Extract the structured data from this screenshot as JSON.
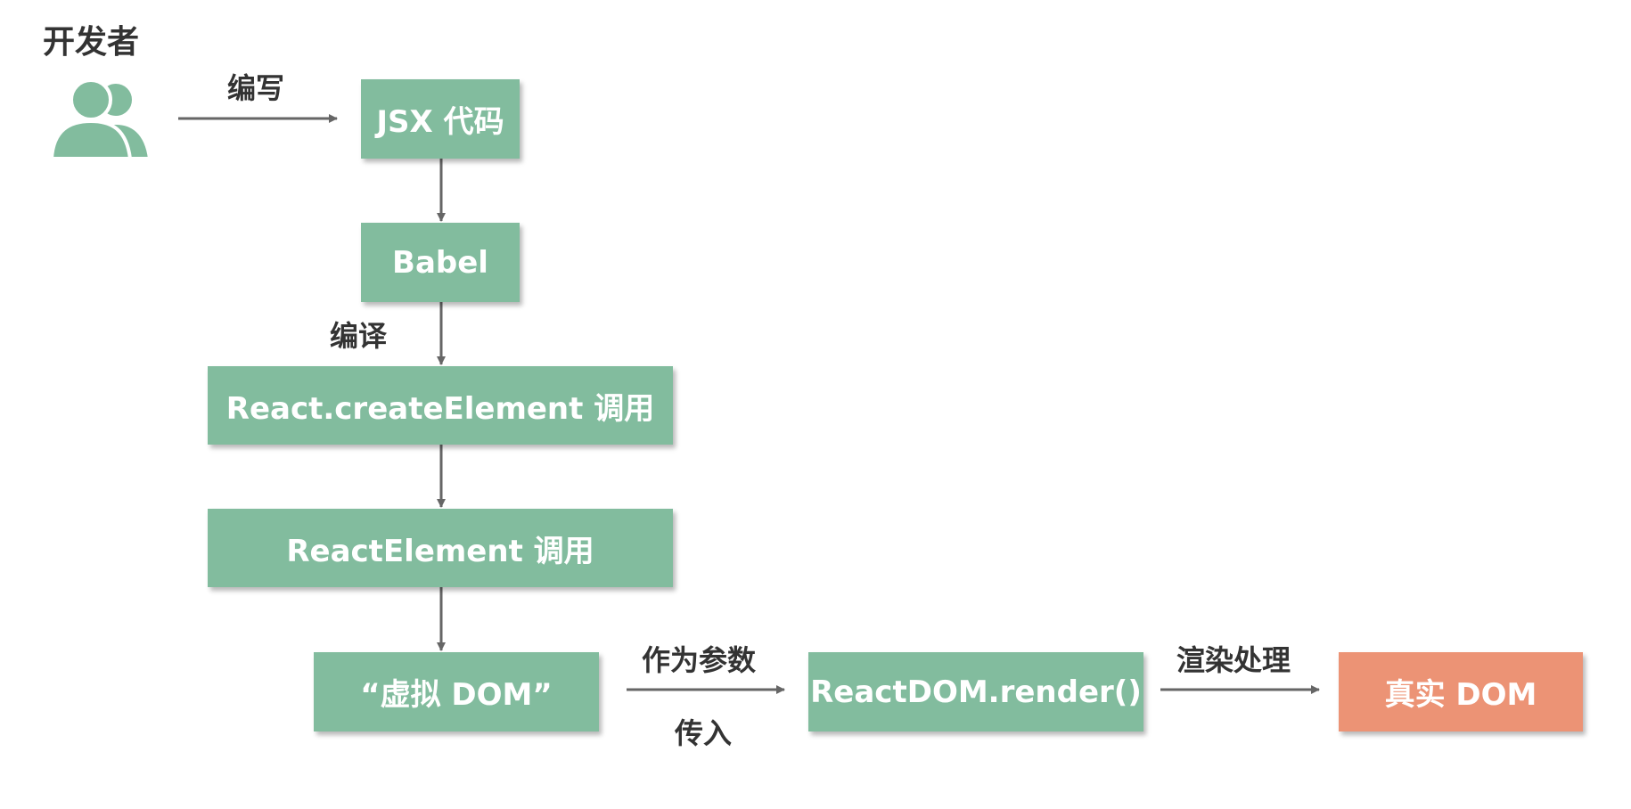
{
  "colors": {
    "node": "#82bc9e",
    "target": "#ec9375",
    "arrow": "#666666",
    "text": "#333333"
  },
  "actor": {
    "label": "开发者",
    "icon": "users-icon"
  },
  "edges": {
    "write": "编写",
    "compile": "编译",
    "pass_as_param": "作为参数",
    "pass_in": "传入",
    "render_process": "渲染处理"
  },
  "nodes": {
    "jsx": "JSX 代码",
    "babel": "Babel",
    "create_element": "React.createElement 调用",
    "react_element": "ReactElement 调用",
    "virtual_dom": "“虚拟 DOM”",
    "render": "ReactDOM.render()",
    "real_dom": "真实 DOM"
  }
}
